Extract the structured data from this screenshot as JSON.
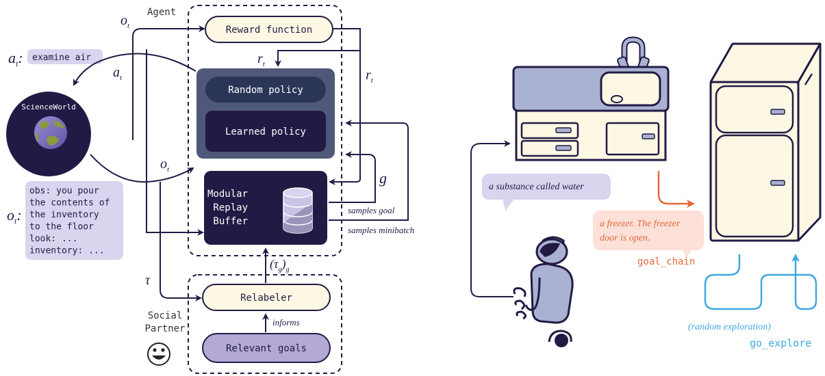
{
  "left": {
    "agent_label": "Agent",
    "reward_function": "Reward function",
    "random_policy": "Random policy",
    "learned_policy": "Learned policy",
    "buffer_line1": "Modular",
    "buffer_line2": "Replay",
    "buffer_line3": "Buffer",
    "relabeler": "Relabeler",
    "relevant_goals": "Relevant goals",
    "social_partner_line1": "Social",
    "social_partner_line2": "Partner",
    "social_partner_icon": "smiling-face-icon",
    "world_label": "ScienceWorld",
    "world_icon": "planet-earth-icon",
    "action_label": "a",
    "action_sub": "t",
    "action_text": "examine air",
    "obs_label": "o",
    "obs_sub": "t",
    "obs_lines": [
      "obs: you pour",
      "the contents of",
      "the inventory",
      "to the floor",
      "look: ...",
      "inventory: ..."
    ],
    "edge_o_top": "o",
    "edge_o_top_sub": "t",
    "edge_a": "a",
    "edge_a_sub": "t",
    "edge_o_mid": "o",
    "edge_o_mid_sub": "t",
    "edge_r_inner": "r",
    "edge_r_inner_sub": "t",
    "edge_r_outer": "r",
    "edge_r_outer_sub": "t",
    "edge_g": "g",
    "samples_goal": "samples goal",
    "samples_minibatch": "samples minibatch",
    "tau": "τ",
    "tau_g": "(τ",
    "tau_g_sub": "g",
    "tau_g_close": ")",
    "tau_g_sub2": "g",
    "informs": "informs"
  },
  "right": {
    "water_bubble": "a substance called water",
    "freezer_bubble_line1": "a freezer. The freezer",
    "freezer_bubble_line2": "door is open.",
    "goal_chain": "goal_chain",
    "random_exploration": "(random exploration)",
    "go_explore": "go_explore",
    "robot_icon": "robot-icon",
    "sink_icon": "kitchen-sink-counter-icon",
    "freezer_icon": "freezer-icon"
  },
  "colors": {
    "navy": "#221a45",
    "cream": "#fdf8e4",
    "lavender": "#d8d5ee",
    "purple_box": "#b3a9d4",
    "slate": "#4f5878",
    "dark_pill": "#2b3657",
    "orange": "#e4683a",
    "cyan": "#3fa7e0",
    "steel_blue": "#a9b2d1",
    "pink": "#fde0d8"
  }
}
